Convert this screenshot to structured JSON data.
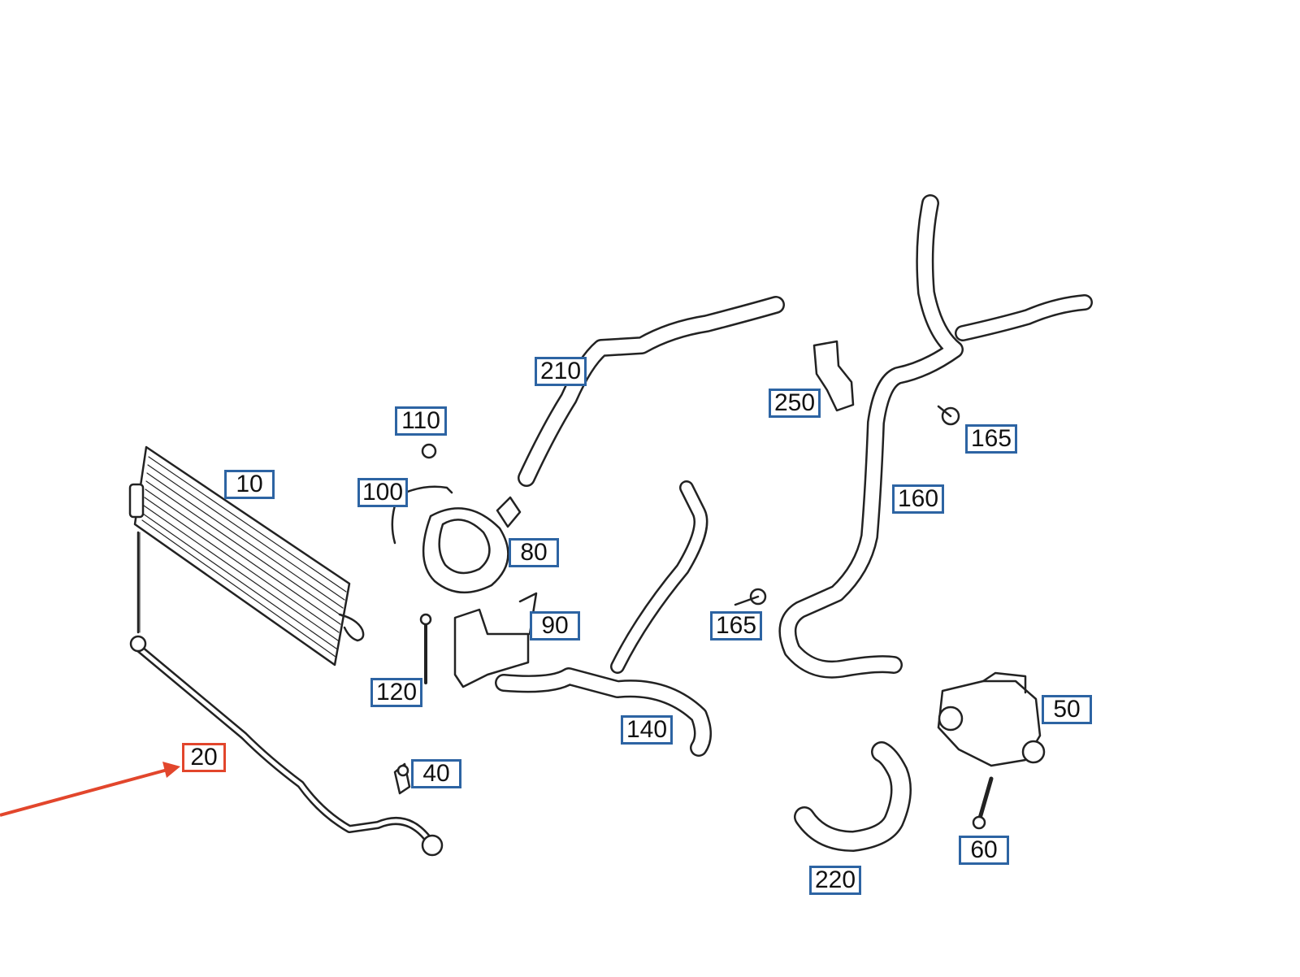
{
  "colors": {
    "callout_border": "#2d64a3",
    "highlight": "#e2462c",
    "line_art": "#222222",
    "background": "#ffffff"
  },
  "callouts": [
    {
      "id": "c10",
      "text": "10"
    },
    {
      "id": "c20",
      "text": "20",
      "highlighted": true
    },
    {
      "id": "c40",
      "text": "40"
    },
    {
      "id": "c50",
      "text": "50"
    },
    {
      "id": "c60",
      "text": "60"
    },
    {
      "id": "c80",
      "text": "80"
    },
    {
      "id": "c90",
      "text": "90"
    },
    {
      "id": "c100",
      "text": "100"
    },
    {
      "id": "c110",
      "text": "110"
    },
    {
      "id": "c120",
      "text": "120"
    },
    {
      "id": "c140",
      "text": "140"
    },
    {
      "id": "c160",
      "text": "160"
    },
    {
      "id": "c165a",
      "text": "165"
    },
    {
      "id": "c165b",
      "text": "165"
    },
    {
      "id": "c210",
      "text": "210"
    },
    {
      "id": "c220",
      "text": "220"
    },
    {
      "id": "c250",
      "text": "250"
    }
  ]
}
